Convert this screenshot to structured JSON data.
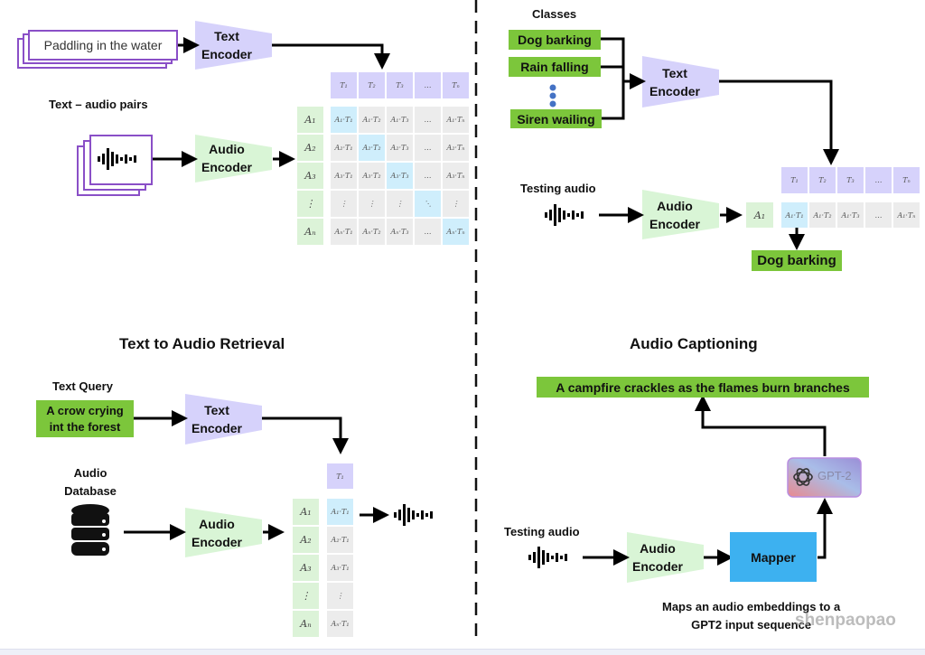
{
  "panels": {
    "training": {
      "caption_text": "Paddling in the water",
      "pairs_label": "Text – audio pairs",
      "text_encoder": [
        "Text",
        "Encoder"
      ],
      "audio_encoder": [
        "Audio",
        "Encoder"
      ],
      "matrix": {
        "col_headers": [
          "T₁",
          "T₂",
          "T₃",
          "…",
          "Tₙ"
        ],
        "row_headers": [
          "A₁",
          "A₂",
          "A₃",
          "⋮",
          "Aₙ"
        ],
        "cells": [
          [
            "A₁·T₁",
            "A₁·T₂",
            "A₁·T₃",
            "…",
            "A₁·Tₙ"
          ],
          [
            "A₂·T₁",
            "A₂·T₂",
            "A₂·T₃",
            "…",
            "A₂·Tₙ"
          ],
          [
            "A₃·T₁",
            "A₃·T₂",
            "A₃·T₃",
            "…",
            "A₃·Tₙ"
          ],
          [
            "⋮",
            "⋮",
            "⋮",
            "⋱",
            "⋮"
          ],
          [
            "Aₙ·T₁",
            "Aₙ·T₂",
            "Aₙ·T₃",
            "…",
            "Aₙ·Tₙ"
          ]
        ]
      }
    },
    "classification": {
      "classes_label": "Classes",
      "classes": [
        "Dog barking",
        "Rain falling",
        "Siren wailing"
      ],
      "testing_audio_label": "Testing audio",
      "text_encoder": [
        "Text",
        "Encoder"
      ],
      "audio_encoder": [
        "Audio",
        "Encoder"
      ],
      "row_header": "A₁",
      "col_headers": [
        "T₁",
        "T₂",
        "T₃",
        "…",
        "Tₙ"
      ],
      "cells": [
        "A₁·T₁",
        "A₁·T₂",
        "A₁·T₃",
        "…",
        "A₁·Tₙ"
      ],
      "result": "Dog barking"
    },
    "retrieval": {
      "title": "Text to Audio Retrieval",
      "query_label": "Text Query",
      "query_text": [
        "A crow crying",
        "int the forest"
      ],
      "database_label": [
        "Audio",
        "Database"
      ],
      "text_encoder": [
        "Text",
        "Encoder"
      ],
      "audio_encoder": [
        "Audio",
        "Encoder"
      ],
      "col_header": "T₁",
      "row_headers": [
        "A₁",
        "A₂",
        "A₃",
        "⋮",
        "Aₙ"
      ],
      "cells": [
        "A₁·T₁",
        "A₂·T₁",
        "A₃·T₁",
        "⋮",
        "Aₙ·T₁"
      ]
    },
    "captioning": {
      "title": "Audio Captioning",
      "caption_output": "A campfire crackles as the flames burn branches",
      "testing_audio_label": "Testing audio",
      "audio_encoder": [
        "Audio",
        "Encoder"
      ],
      "mapper_label": "Mapper",
      "gpt_label": "GPT-2",
      "note": [
        "Maps an audio embeddings to a",
        "GPT2 input sequence"
      ],
      "watermark": "shenpaopao"
    }
  },
  "colors": {
    "text_encoder": "#d6d2fb",
    "audio_encoder": "#d9f5d6",
    "green_label": "#7cc63b",
    "mapper": "#3db1f0",
    "highlight": "#cfeefc",
    "stack_border": "#8a4fc7"
  }
}
